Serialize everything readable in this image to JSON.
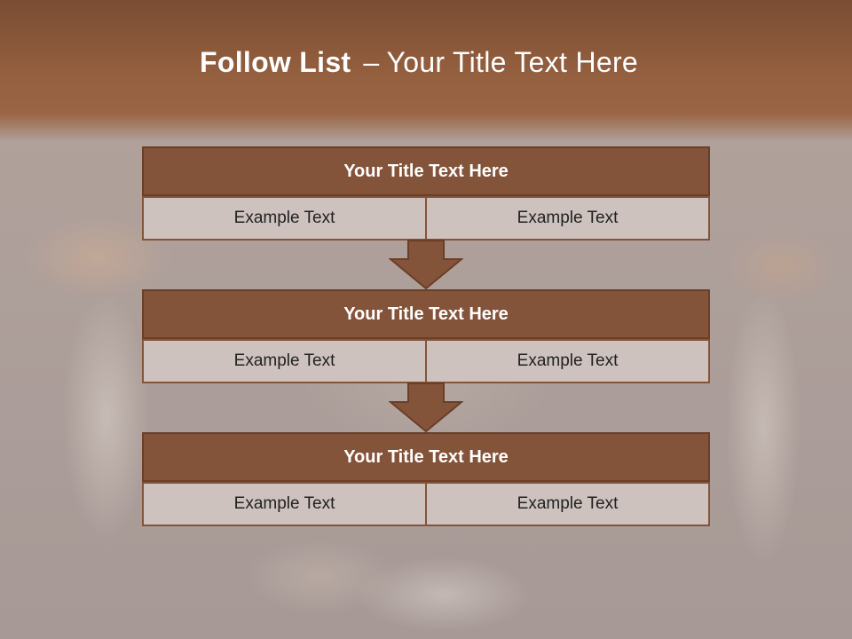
{
  "slide": {
    "title_bold": "Follow List",
    "title_sep": "–",
    "title_rest": "Your Title Text Here"
  },
  "blocks": [
    {
      "heading": "Your Title Text Here",
      "left": "Example Text",
      "right": "Example Text"
    },
    {
      "heading": "Your Title Text Here",
      "left": "Example Text",
      "right": "Example Text"
    },
    {
      "heading": "Your Title Text Here",
      "left": "Example Text",
      "right": "Example Text"
    }
  ],
  "colors": {
    "header_fill": "#84543a",
    "cell_fill": "#cdc2be",
    "top_band": "#95603f",
    "title_text": "#ffffff"
  }
}
